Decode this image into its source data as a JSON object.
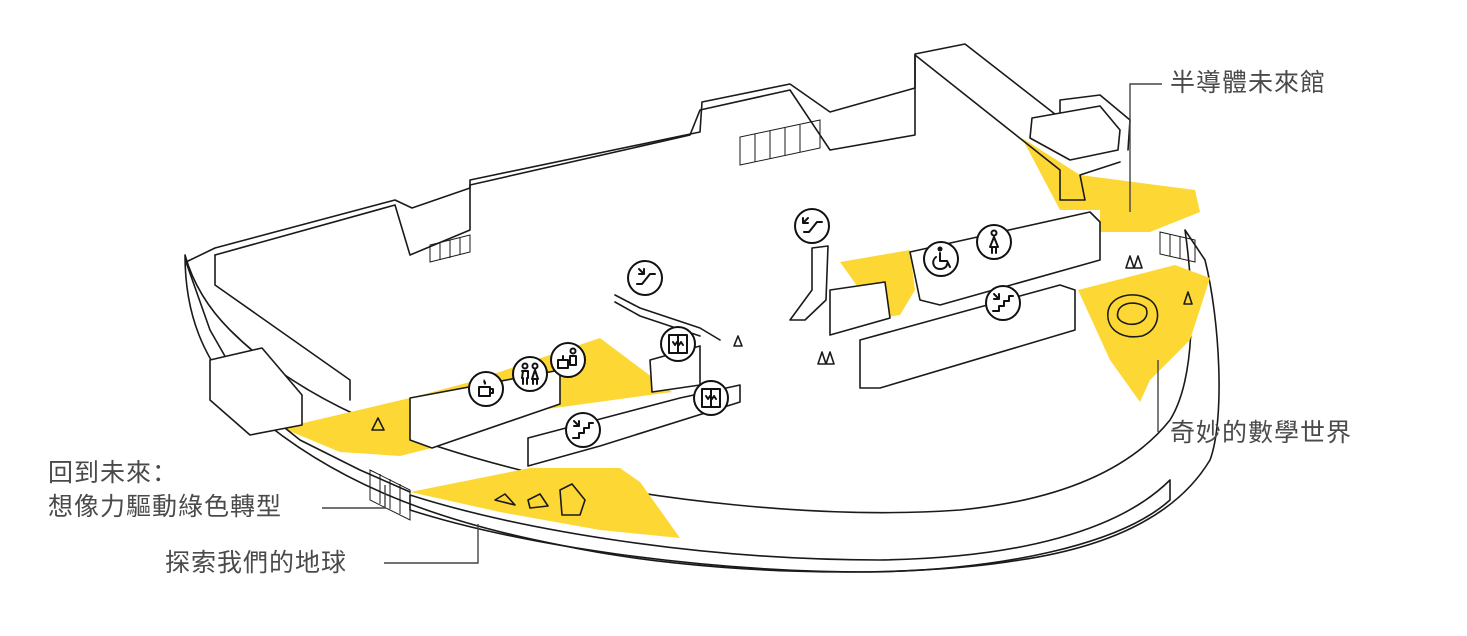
{
  "colors": {
    "highlight": "#FDD835",
    "ink": "#1a1a1a",
    "label_text": "#4a4a4a"
  },
  "labels": {
    "semiconductor": "半導體未來館",
    "math_world": "奇妙的數學世界",
    "back_to_future_line1": "回到未來：",
    "back_to_future_line2": "想像力驅動綠色轉型",
    "explore_earth": "探索我們的地球"
  },
  "icons": [
    "escalator-icon",
    "escalator-icon",
    "elevator-icon",
    "elevator-icon",
    "cafe-icon",
    "restroom-icon",
    "information-desk-icon",
    "stairs-icon",
    "stairs-icon",
    "accessible-icon",
    "female-restroom-icon"
  ]
}
